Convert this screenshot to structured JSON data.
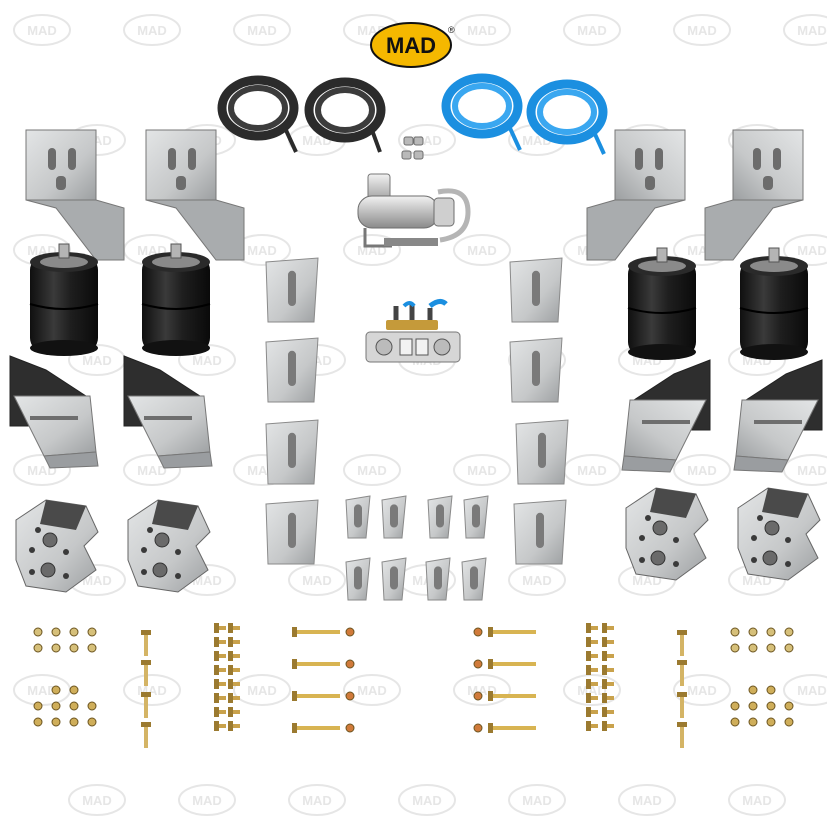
{
  "brand": {
    "logo_text": "MAD",
    "logo_mark": "®",
    "watermark_text": "MAD",
    "colors": {
      "logo_fill": "#f5b800",
      "logo_text": "#111111",
      "watermark": "#e4e4e4",
      "hose_black": "#2b2b2b",
      "hose_blue": "#1b8fe0",
      "steel": "#c9cbcc",
      "steel_dark": "#8e9193",
      "rubber": "#1c1c1c",
      "brass": "#c8a046",
      "copper": "#d07a3a"
    }
  },
  "parts": {
    "hoses": [
      "black-air-hose-coil",
      "black-air-hose-coil",
      "blue-air-hose-coil",
      "blue-air-hose-coil"
    ],
    "compressor": "air-compressor",
    "valve_panel": "valve-control-panel",
    "upper_brackets": 4,
    "air_springs": 4,
    "lower_brackets": 4,
    "axle_plates": 4,
    "shims": 16,
    "hardware_groups": 12
  }
}
